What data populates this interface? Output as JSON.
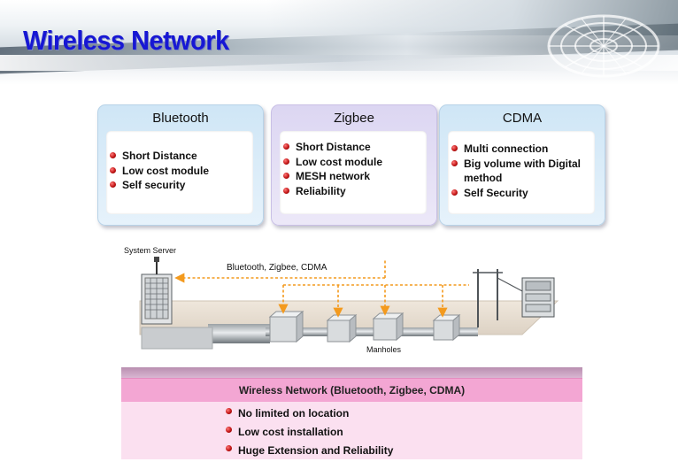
{
  "header": {
    "title": "Wireless Network"
  },
  "technologies": [
    {
      "name": "Bluetooth",
      "features": [
        "Short Distance",
        "Low cost module",
        "Self security"
      ]
    },
    {
      "name": "Zigbee",
      "features": [
        "Short Distance",
        "Low cost module",
        "MESH network",
        "Reliability"
      ]
    },
    {
      "name": "CDMA",
      "features": [
        "Multi connection",
        "Big volume with Digital method",
        "Self Security"
      ]
    }
  ],
  "diagram": {
    "server_label": "System  Server",
    "link_label": "Bluetooth, Zigbee, CDMA",
    "manholes_label": "Manholes"
  },
  "summary": {
    "heading": "Wireless Network  (Bluetooth, Zigbee, CDMA)",
    "items": [
      "No limited on location",
      "Low cost installation",
      "Huge Extension and Reliability"
    ]
  },
  "colors": {
    "title": "#1717d4",
    "bluetooth_box": "#d9ecf9",
    "zigbee_box": "#e2dcf5",
    "cdma_box": "#d9ecf9",
    "link_arrows": "#f39a1e",
    "bullet": "#c21515",
    "summary_header": "#f3a6d3",
    "summary_body": "#fbe0f0"
  },
  "icons": {
    "header_decoration": "wheel-graphic",
    "bullet": "red-sphere-bullet",
    "server": "server-cabinet-icon",
    "controller": "control-panel-icon"
  }
}
